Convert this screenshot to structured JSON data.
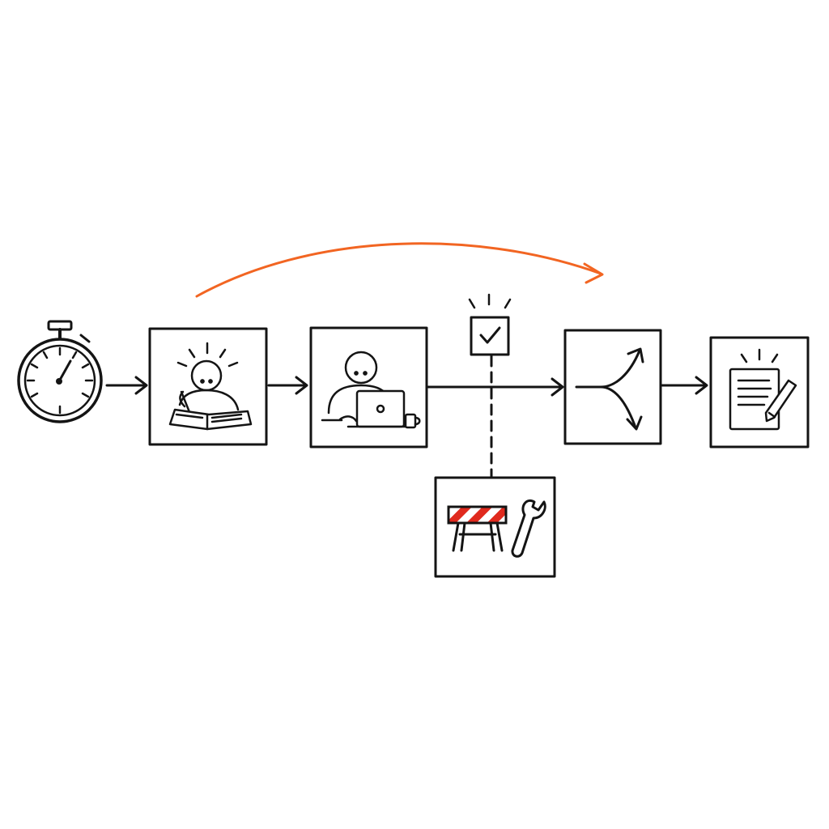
{
  "colors": {
    "ink": "#141414",
    "accent": "#f26522",
    "barrier_red": "#e02a1e",
    "background": "#ffffff"
  },
  "nodes": [
    {
      "id": "start",
      "icon": "stopwatch-icon"
    },
    {
      "id": "study",
      "icon": "person-writing-in-book-icon"
    },
    {
      "id": "work",
      "icon": "person-at-laptop-icon"
    },
    {
      "id": "checkpoint",
      "icon": "checkbox-check-icon"
    },
    {
      "id": "obstacle",
      "icon": "barrier-and-wrench-icon"
    },
    {
      "id": "decision",
      "icon": "branching-arrows-icon"
    },
    {
      "id": "report",
      "icon": "document-with-pencil-icon"
    }
  ],
  "edges": [
    {
      "from": "start",
      "to": "study",
      "style": "solid"
    },
    {
      "from": "study",
      "to": "work",
      "style": "solid"
    },
    {
      "from": "work",
      "to": "decision",
      "style": "solid"
    },
    {
      "from": "decision",
      "to": "report",
      "style": "solid"
    },
    {
      "from": "checkpoint",
      "to": "obstacle",
      "style": "dashed"
    },
    {
      "from": "study",
      "to": "decision",
      "style": "curved",
      "color": "accent"
    }
  ]
}
